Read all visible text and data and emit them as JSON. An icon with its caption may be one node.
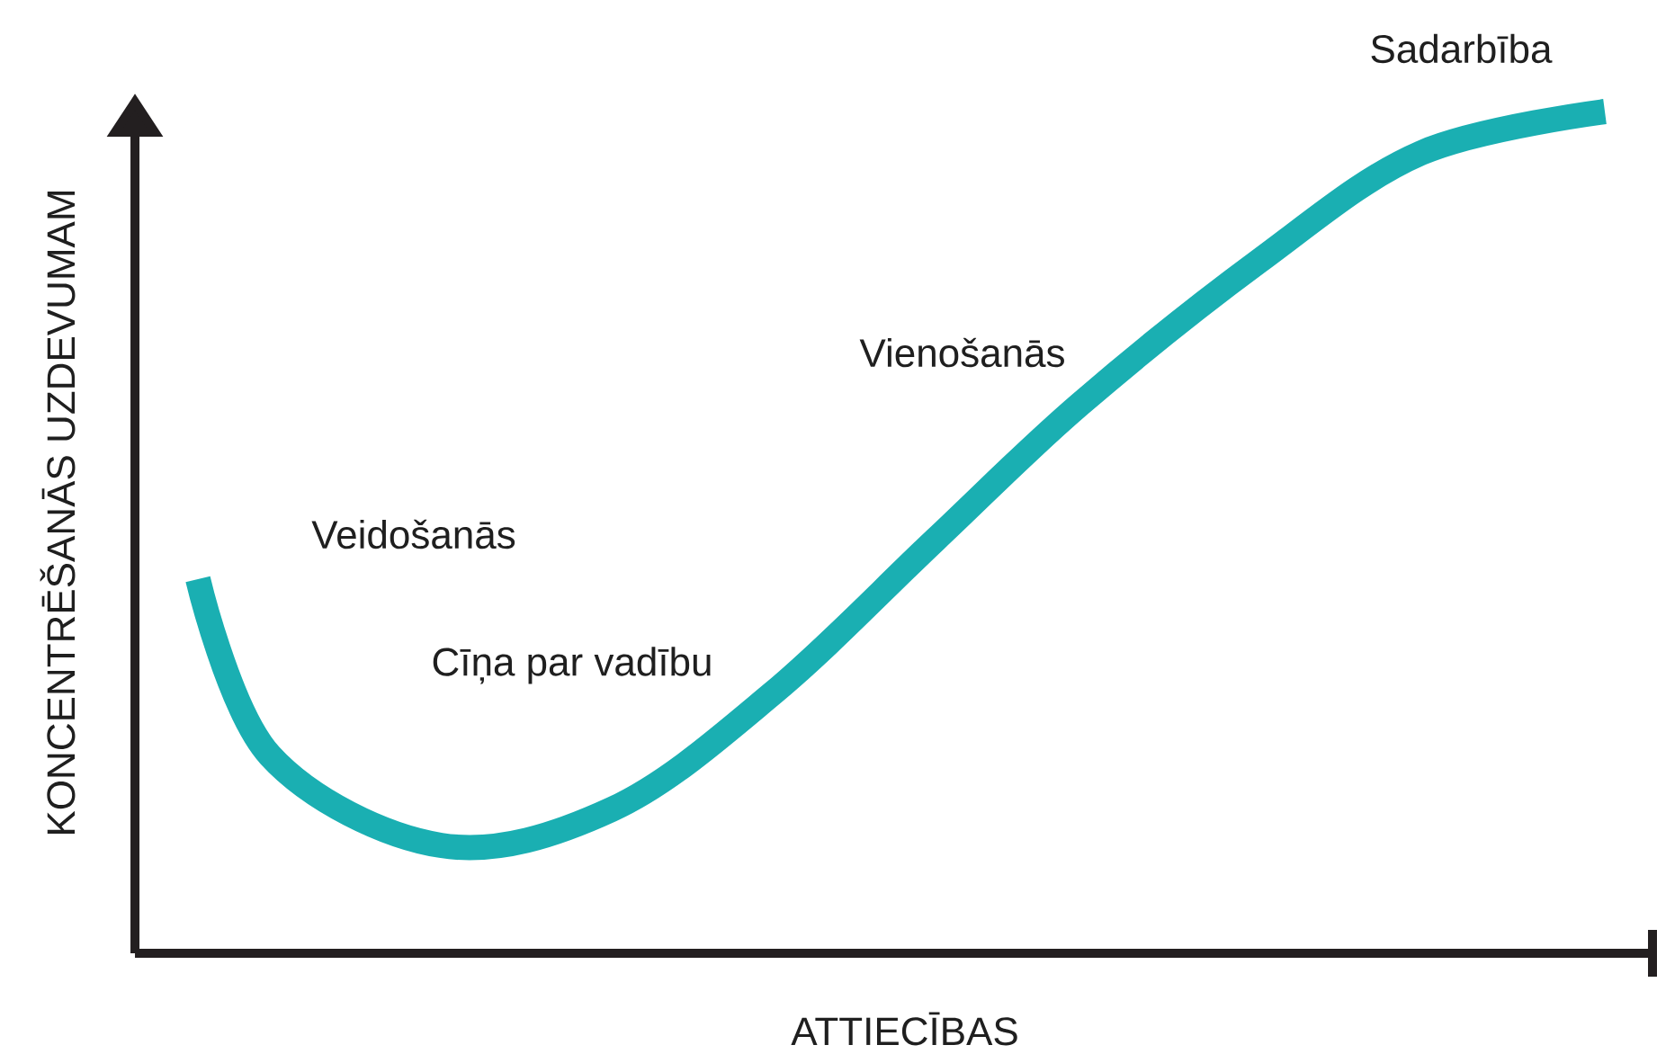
{
  "diagram": {
    "labels": [
      "Sadarbība",
      "KONCENTRĒŠANĀS UZDEVUMAM",
      "Vienošanās",
      "Veidošanās",
      "Cīņa par vadību",
      "ATTIECĪBAS"
    ]
  }
}
